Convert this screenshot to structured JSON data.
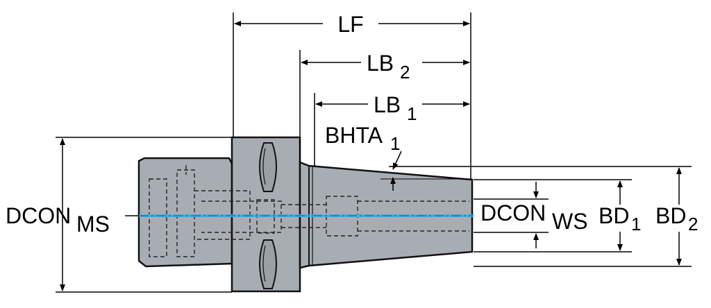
{
  "colors": {
    "background": "#ffffff",
    "body_fill": "#a8adb3",
    "outline": "#111111",
    "axis_line": "#3ab4e6",
    "dimension_line": "#000000"
  },
  "labels": {
    "lf": "LF",
    "lb2_main": "LB",
    "lb2_sub": "2",
    "lb1_main": "LB",
    "lb1_sub": "1",
    "bhta_main": "BHTA",
    "bhta_sub": "1",
    "dcon_ms_main": "DCON",
    "dcon_ms_sub": "MS",
    "dcon_ws_main": "DCON",
    "dcon_ws_sub": "WS",
    "bd1_main": "BD",
    "bd1_sub": "1",
    "bd2_main": "BD",
    "bd2_sub": "2"
  }
}
